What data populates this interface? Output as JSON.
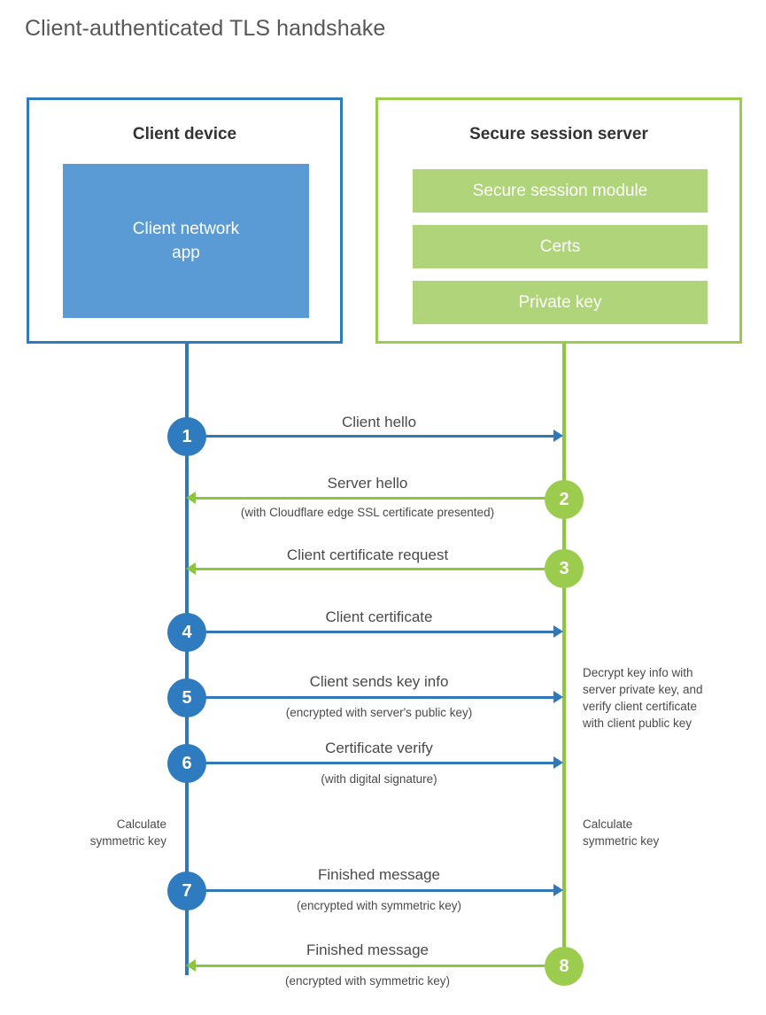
{
  "title": "Client-authenticated TLS handshake",
  "colors": {
    "client_border": "#2E7BBF",
    "client_app_fill": "#5B9BD5",
    "client_line": "#3178B8",
    "client_circle": "#2E7BBF",
    "server_border": "#9CCC4E",
    "server_item_fill": "#AFD479",
    "server_line": "#8CC63E",
    "server_circle": "#9CCC4E",
    "text": "#4a4a4a",
    "heading_text": "#333333",
    "title_text": "#575757",
    "background": "#ffffff"
  },
  "parties": {
    "client": {
      "title": "Client device",
      "app_label": "Client network\napp"
    },
    "server": {
      "title": "Secure session server",
      "items": [
        "Secure session module",
        "Certs",
        "Private key"
      ]
    }
  },
  "steps": [
    {
      "number": "1",
      "label": "Client hello",
      "sublabel": "",
      "direction": "client-to-server",
      "color": "blue"
    },
    {
      "number": "2",
      "label": "Server hello",
      "sublabel": "(with Cloudflare edge SSL certificate presented)",
      "direction": "server-to-client",
      "color": "green"
    },
    {
      "number": "3",
      "label": "Client certificate request",
      "sublabel": "",
      "direction": "server-to-client",
      "color": "green"
    },
    {
      "number": "4",
      "label": "Client certificate",
      "sublabel": "",
      "direction": "client-to-server",
      "color": "blue"
    },
    {
      "number": "5",
      "label": "Client sends key info",
      "sublabel": "(encrypted with server's public key)",
      "direction": "client-to-server",
      "color": "blue"
    },
    {
      "number": "6",
      "label": "Certificate verify",
      "sublabel": "(with digital signature)",
      "direction": "client-to-server",
      "color": "blue"
    },
    {
      "number": "7",
      "label": "Finished message",
      "sublabel": "(encrypted with symmetric key)",
      "direction": "client-to-server",
      "color": "blue"
    },
    {
      "number": "8",
      "label": "Finished message",
      "sublabel": "(encrypted with symmetric key)",
      "direction": "server-to-client",
      "color": "green"
    }
  ],
  "notes": {
    "server_decrypt": "Decrypt key info with\nserver private key, and\nverify client certificate\nwith client public key",
    "client_calculate": "Calculate\nsymmetric key",
    "server_calculate": "Calculate\nsymmetric key"
  }
}
